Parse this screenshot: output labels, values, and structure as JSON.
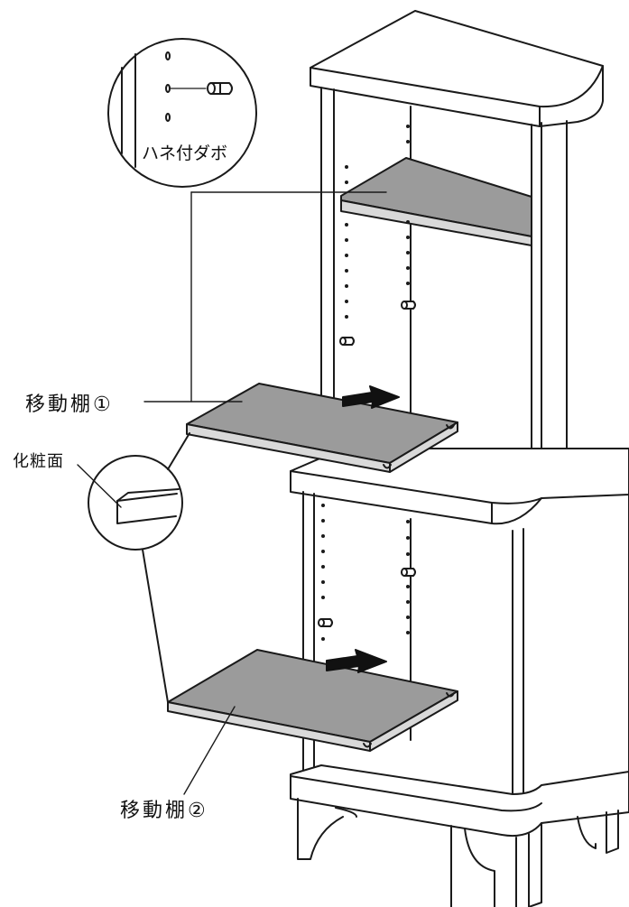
{
  "labels": {
    "dowel_detail": "ハネ付ダボ",
    "shelf_1": "移動棚①",
    "shelf_2": "移動棚②",
    "finished_face": "化粧面"
  },
  "colors": {
    "line": "#1a1a1a",
    "shelf_fill": "#9b9b9b",
    "shelf_edge": "#d9d9d9",
    "panel": "#ffffff",
    "arrow": "#111111"
  }
}
